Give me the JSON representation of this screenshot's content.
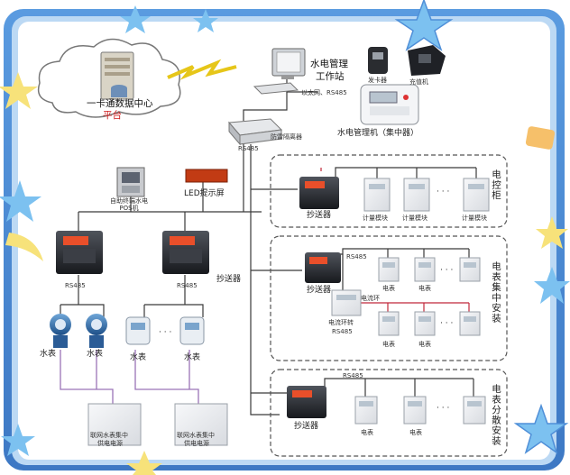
{
  "colors": {
    "frame_outer": "#4f8fd8",
    "frame_inner": "#d7e9fb",
    "star_blue": "#7cc1f0",
    "star_yellow": "#f7e27a",
    "line": "#3a3a3a",
    "red_line": "#c0283a",
    "purple_line": "#9a74b6",
    "led_red": "#c23b14"
  },
  "top": {
    "datacenter": "一卡通数据中心",
    "platform": "平台",
    "workstation_line1": "水电管理",
    "workstation_line2": "工作站",
    "card_issuer": "发卡器",
    "recharger": "充值机",
    "link_label": "以太网、RS485",
    "manager_unit": "水电管理机（集中器）",
    "isolator": "防雷隔离器",
    "rs485_top": "RS485"
  },
  "middle": {
    "pos": "自助终端水电\nPOS机",
    "led": "LED提示屏",
    "rs485_left": "RS485",
    "rs485_right": "RS485",
    "reader": "抄送器"
  },
  "left_bottom": {
    "meter1": "水表",
    "meter2": "水表",
    "meter3": "水表",
    "meter4": "水表",
    "dots": "· · ·",
    "supply1_line1": "联网水表集中",
    "supply1_line2": "供电电源",
    "supply2_line1": "联网水表集中",
    "supply2_line2": "供电电源"
  },
  "box1": {
    "reader": "抄送器",
    "module1": "计量模块",
    "module2": "计量模块",
    "module3": "计量模块",
    "dots": "· · ·",
    "side": "电控柜"
  },
  "box2": {
    "rs485": "RS485",
    "reader": "抄送器",
    "meter_a1": "电表",
    "meter_a2": "电表",
    "meter_b1": "电表",
    "meter_b2": "电表",
    "current_loop_tag": "电流环",
    "converter_line1": "电流环转",
    "converter_line2": "RS485",
    "dots1": "· · ·",
    "dots2": "· · ·",
    "side": "电表集中安装"
  },
  "box3": {
    "rs485": "RS485",
    "reader": "抄送器",
    "meter1": "电表",
    "meter2": "电表",
    "dots": "· · ·",
    "side": "电表分散安装"
  }
}
